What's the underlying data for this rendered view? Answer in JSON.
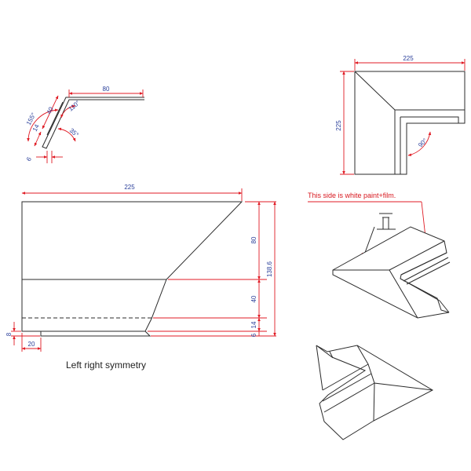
{
  "drawing": {
    "profile": {
      "dims": {
        "flange": "80",
        "a155": "155°",
        "d40": "40",
        "d14": "14",
        "a110": "110°",
        "a35": "35°",
        "d6": "6"
      }
    },
    "corner": {
      "dims": {
        "width": "225",
        "height": "225",
        "angle": "90°"
      }
    },
    "panel": {
      "dims": {
        "width": "225",
        "h80": "80",
        "h40": "40",
        "h14": "14",
        "h6": "6",
        "total": "138.6",
        "tab_h": "8",
        "tab_w": "20"
      },
      "caption": "Left right symmetry"
    },
    "iso": {
      "note": "This side is white paint+film."
    },
    "colors": {
      "line": "#2b2b2b",
      "dim_line": "#e01b24",
      "dim_text": "#2a3f9a"
    }
  }
}
